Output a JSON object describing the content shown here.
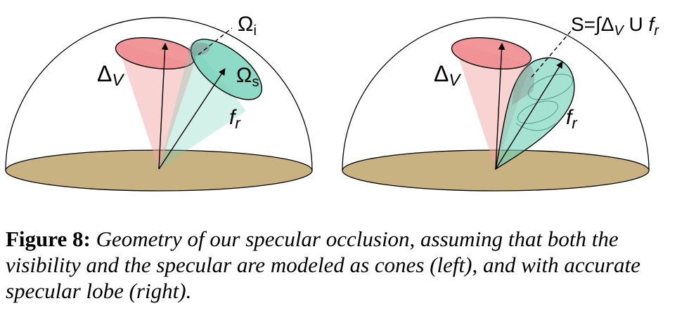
{
  "figure": {
    "left_panel": {
      "visibility_label": "Δ",
      "visibility_sub": "V",
      "intersection_label": "Ω",
      "intersection_sub": "i",
      "specular_label": "Ω",
      "specular_sub": "s",
      "brdf_label": "f",
      "brdf_sub": "r"
    },
    "right_panel": {
      "visibility_label": "Δ",
      "visibility_sub": "V",
      "integral_prefix": "S=∫Δ",
      "integral_sub_v": "V",
      "integral_mid": " U ",
      "integral_f": "f",
      "integral_sub_r": "r",
      "brdf_label": "f",
      "brdf_sub": "r"
    },
    "colors": {
      "visibility_cone": "#f4a6a6",
      "specular_cone": "#6fd0b6",
      "ground_disk": "#c8b281"
    }
  },
  "caption": {
    "label": "Figure 8:",
    "text": " Geometry of our specular occlusion, assuming that both the visibility and the specular are modeled as cones (left), and with accurate specular lobe (right)."
  }
}
